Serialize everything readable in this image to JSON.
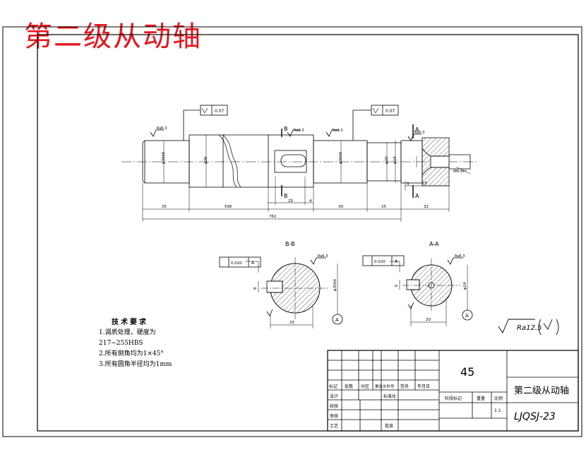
{
  "watermark_title": "第二级从动轴",
  "main_view": {
    "tolerance_left": "0.07",
    "tolerance_right": "0.07",
    "roughness_label": "Ra6.3",
    "section_marker_b": "B",
    "section_marker_a": "A",
    "diameters": [
      "φ30k6",
      "φ36",
      "φ30k6",
      "φ20",
      "φ24"
    ],
    "thread_label": "M6-6H",
    "small_dims": [
      "3",
      "25",
      "4"
    ],
    "segment_lengths": [
      "35",
      "596",
      "25",
      "39",
      "25",
      "32"
    ],
    "total_length": "762"
  },
  "section_bb": {
    "label": "B-B",
    "tolerance": "0.020",
    "datum": "A",
    "roughness": "Ra6.3",
    "width_dim": "8",
    "depth_dim": "25",
    "diameter": "φ30k6"
  },
  "section_aa": {
    "label": "A-A",
    "tolerance": "0.020",
    "datum": "A",
    "roughness": "Ra6.3",
    "width_dim": "6",
    "depth_dim": "20",
    "diameter": "φ24"
  },
  "general_roughness": "Ra12.5",
  "tech_notes": {
    "title": "技术要求",
    "items": [
      "1.调质处理，硬度为",
      "217~255HBS",
      "2.所有倒角均为1×45°",
      "3.所有圆角半径均为1mm"
    ]
  },
  "title_block": {
    "material": "45",
    "part_name": "第二级从动轴",
    "drawing_number": "LJQSJ-23",
    "scale_value": "1:1",
    "header_cells": [
      "标记",
      "处数",
      "分区",
      "更改文件号",
      "签名",
      "年月日"
    ],
    "col_headers": [
      "阶段标记",
      "重量",
      "比例"
    ],
    "row_labels": [
      "设计",
      "校核",
      "审核",
      "工艺"
    ],
    "mid_labels": [
      "标准化",
      "批准"
    ]
  }
}
